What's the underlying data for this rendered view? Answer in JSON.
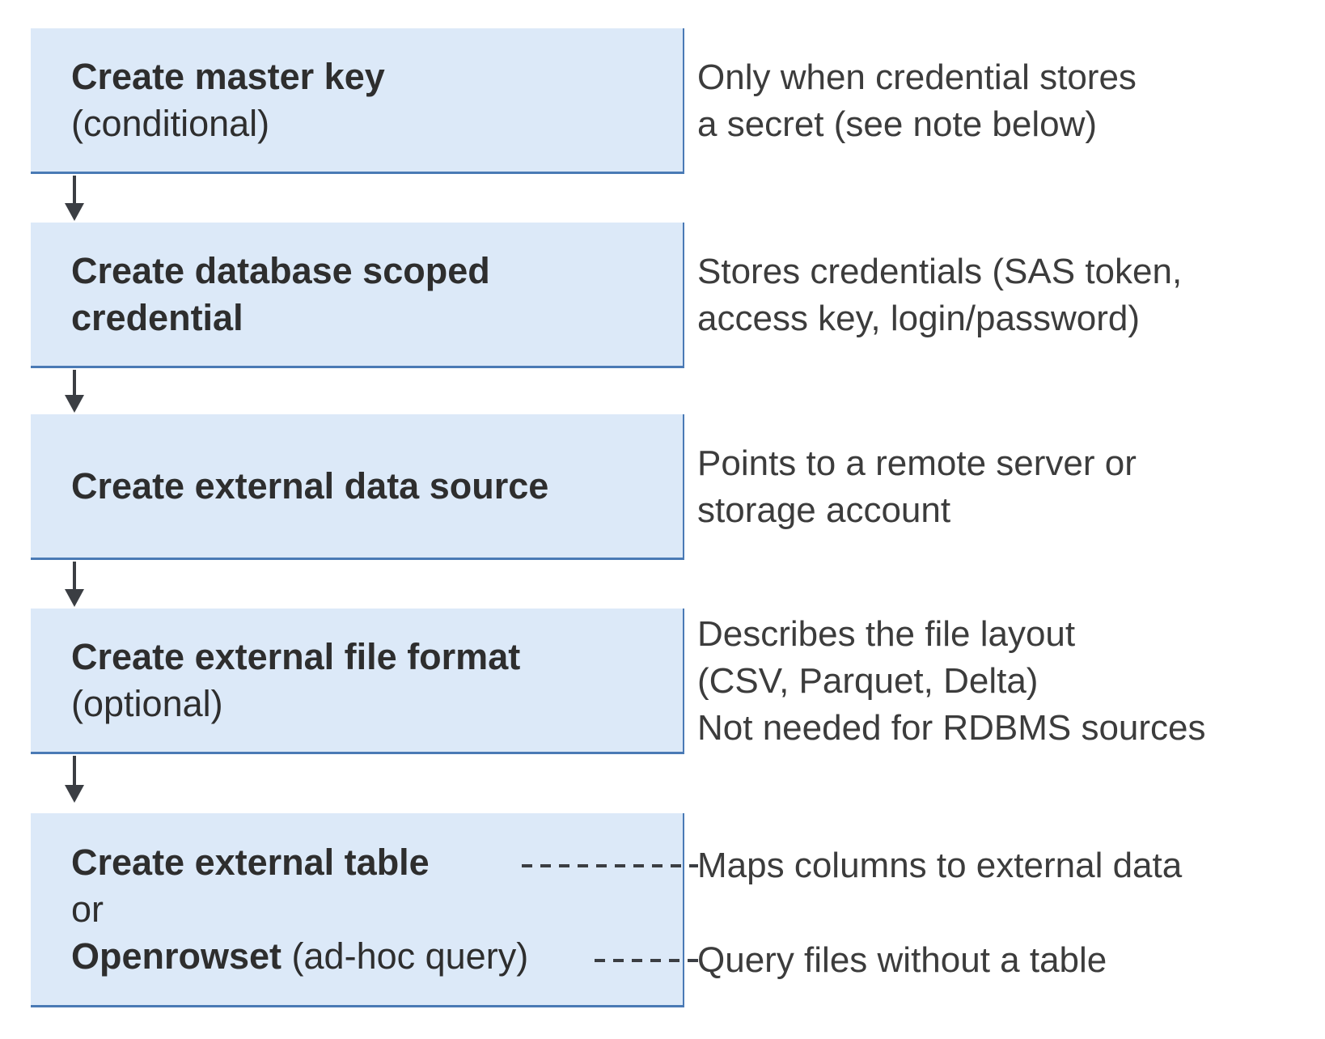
{
  "colors": {
    "box_fill": "#dce9f8",
    "box_border": "#4a7ab5",
    "arrow_color": "#3b3e43",
    "title_text": "#2e2e2e",
    "annotation_text": "#3c3c3c"
  },
  "steps": [
    {
      "title": "Create master key",
      "subtitle": "(conditional)",
      "annotation_lines": [
        "Only when credential stores",
        "a secret (see note below)"
      ]
    },
    {
      "title": "Create database scoped credential",
      "annotation_lines": [
        "Stores credentials (SAS token,",
        "access key, login/password)"
      ]
    },
    {
      "title": "Create external data source",
      "annotation_lines": [
        "Points to a remote server or",
        "storage account"
      ]
    },
    {
      "title": "Create external file format",
      "subtitle": "(optional)",
      "annotation_lines": [
        "Describes the file layout",
        "(CSV, Parquet, Delta)",
        "Not needed for RDBMS sources"
      ]
    },
    {
      "line1_bold": "Create external table",
      "line2": "or",
      "line3_bold": "Openrowset",
      "line3_rest": " (ad-hoc query)",
      "annotations": [
        "Maps columns to external data",
        "Query files without a table"
      ]
    }
  ]
}
